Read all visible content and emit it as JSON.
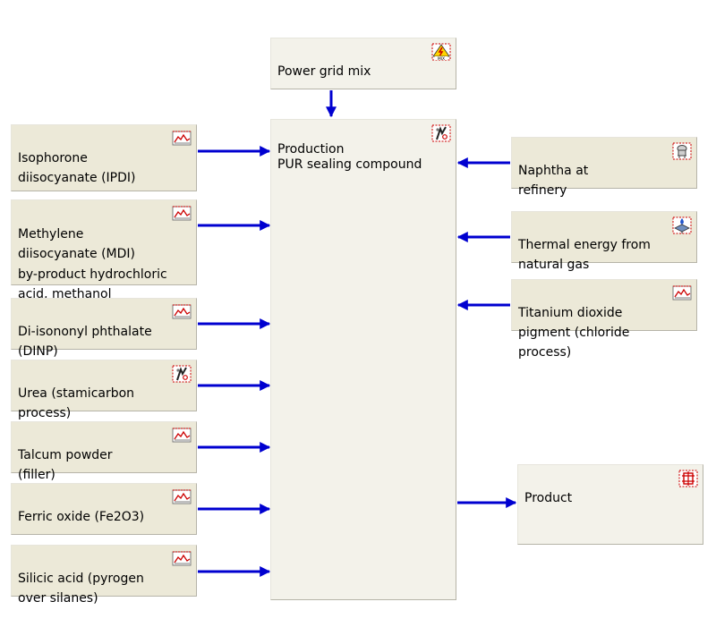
{
  "boxes": {
    "power_grid_mix": {
      "label": "Power grid mix",
      "icon": "electricity-mix-icon"
    },
    "production": {
      "label": "Production\nPUR sealing compound",
      "icon": "production-process-icon"
    },
    "isophorone": {
      "label": "Isophorone\ndiisocyanate (IPDI)",
      "icon": "dataset-chart-icon"
    },
    "methylene": {
      "label": "Methylene\ndiisocyanate (MDI)\nby-product hydrochloric\nacid, methanol",
      "icon": "dataset-chart-icon"
    },
    "dinp": {
      "label": "Di-isononyl phthalate\n(DINP)",
      "icon": "dataset-chart-icon"
    },
    "urea": {
      "label": "Urea (stamicarbon\nprocess)",
      "icon": "production-process-icon"
    },
    "talcum": {
      "label": "Talcum powder\n(filler)",
      "icon": "dataset-chart-icon"
    },
    "ferric": {
      "label": "Ferric oxide (Fe2O3)",
      "icon": "dataset-chart-icon"
    },
    "silicic": {
      "label": "Silicic  acid (pyrogen\nover silanes)",
      "icon": "dataset-chart-icon"
    },
    "naphtha": {
      "label": "Naphtha at\nrefinery",
      "icon": "refinery-icon"
    },
    "thermal": {
      "label": "Thermal energy from\nnatural gas",
      "icon": "thermal-energy-icon"
    },
    "titanium": {
      "label": "Titanium dioxide\npigment (chloride process)",
      "icon": "dataset-chart-icon"
    },
    "product": {
      "label": "Product",
      "icon": "product-icon"
    }
  },
  "colors": {
    "arrow": "#0000d0",
    "icon_red": "#cc0000",
    "box_input": "#ece9d8",
    "box_light": "#f3f2ea"
  }
}
